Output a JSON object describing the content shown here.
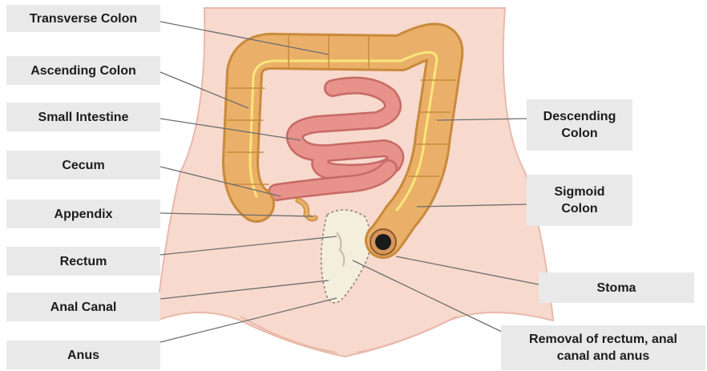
{
  "labels": {
    "transverse_colon": "Transverse Colon",
    "ascending_colon": "Ascending Colon",
    "small_intestine": "Small Intestine",
    "cecum": "Cecum",
    "appendix": "Appendix",
    "rectum": "Rectum",
    "anal_canal": "Anal Canal",
    "anus": "Anus",
    "descending_colon": "Descending\nColon",
    "sigmoid_colon": "Sigmoid\nColon",
    "stoma": "Stoma",
    "removal": "Removal of rectum, anal\ncanal and anus"
  },
  "colors": {
    "skin": "#f7d9ce",
    "skin_outline": "#e8b9aa",
    "colon": "#eab06a",
    "colon_outline": "#c98a3a",
    "colon_stripe": "#f9e67a",
    "small_intestine": "#e7928b",
    "small_intestine_outline": "#c76a66",
    "rectum_removed": "#f4eedd",
    "stoma": "#1a1a1a",
    "leader_line": "#6e6e6e",
    "label_bg": "#e9e9e9"
  }
}
